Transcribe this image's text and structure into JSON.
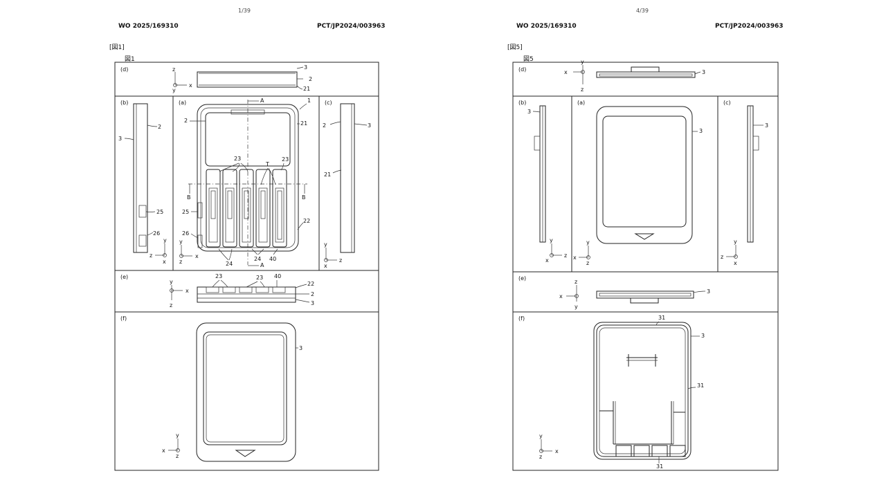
{
  "left": {
    "page_number": "1/39",
    "pub_number": "WO 2025/169310",
    "app_number": "PCT/JP2024/003963",
    "fig_tag": "[図1]",
    "fig_caption": "図1",
    "views": {
      "d": "(d)",
      "b": "(b)",
      "a": "(a)",
      "c": "(c)",
      "e": "(e)",
      "f": "(f)"
    },
    "refs": {
      "r1": "1",
      "r2": "2",
      "r3": "3",
      "r21": "21",
      "r22": "22",
      "r23": "23",
      "r24": "24",
      "r25": "25",
      "r26": "26",
      "r40": "40",
      "rT": "T",
      "A": "A",
      "B": "B"
    },
    "axes": {
      "x": "x",
      "y": "y",
      "z": "z"
    }
  },
  "right": {
    "page_number": "4/39",
    "pub_number": "WO 2025/169310",
    "app_number": "PCT/JP2024/003963",
    "fig_tag": "[図5]",
    "fig_caption": "図5",
    "views": {
      "d": "(d)",
      "b": "(b)",
      "a": "(a)",
      "c": "(c)",
      "e": "(e)",
      "f": "(f)"
    },
    "refs": {
      "r3": "3",
      "r31": "31"
    },
    "axes": {
      "x": "x",
      "y": "y",
      "z": "z"
    }
  }
}
